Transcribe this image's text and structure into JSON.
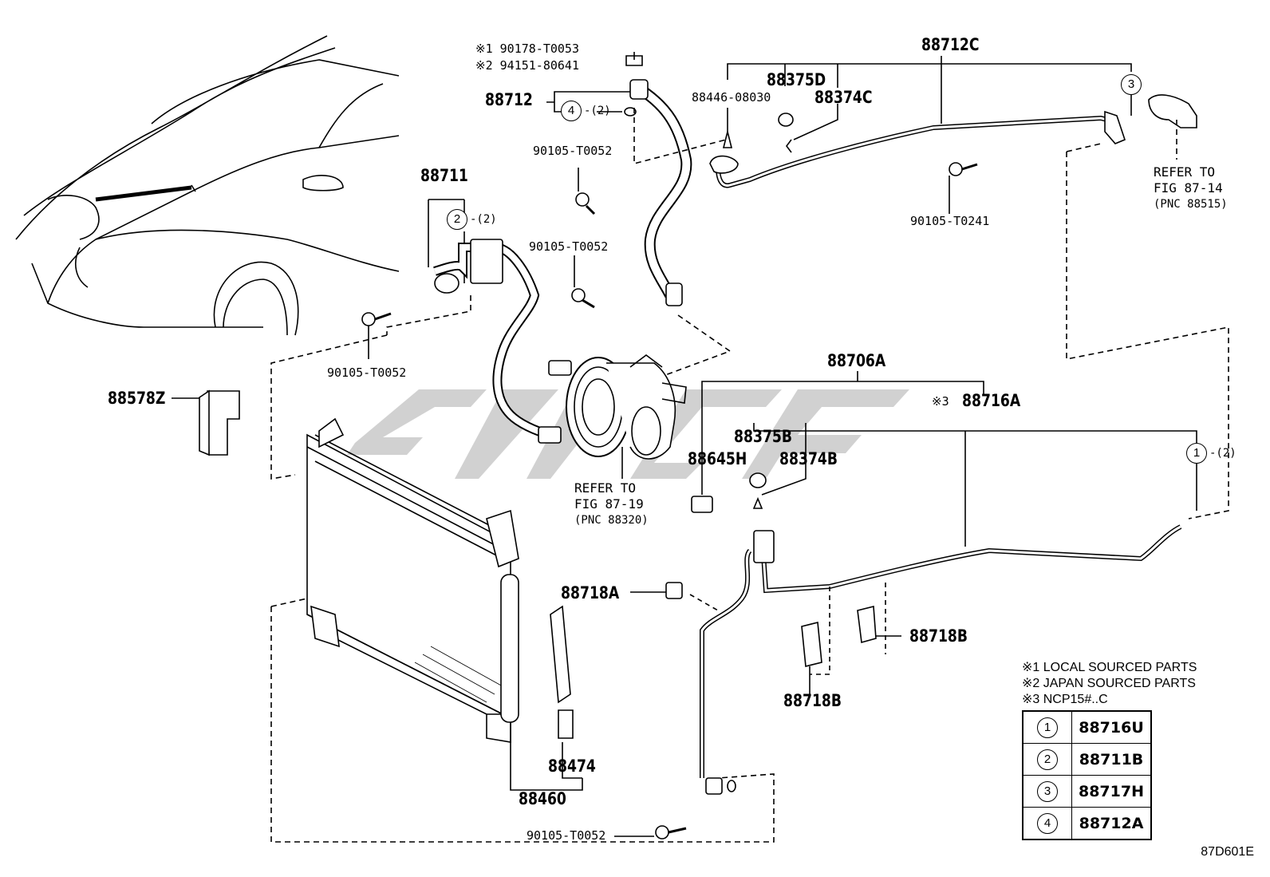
{
  "diagram_id": "87D601E",
  "part_numbers": {
    "p88712C": "88712C",
    "p88375D": "88375D",
    "p88374C": "88374C",
    "p88446": "88446-08030",
    "p88712": "88712",
    "p88711": "88711",
    "p88578Z": "88578Z",
    "p88706A": "88706A",
    "p88716A": "88716A",
    "p88375B": "88375B",
    "p88645H": "88645H",
    "p88374B": "88374B",
    "p88718A": "88718A",
    "p88718B_right": "88718B",
    "p88718B_bottom": "88718B",
    "p88474": "88474",
    "p88460": "88460"
  },
  "small_parts": {
    "nut1": "※1 90178-T0053",
    "nut2": "※2 94151-80641",
    "bolt_a": "90105-T0052",
    "bolt_b": "90105-T0052",
    "bolt_c": "90105-T0052",
    "bolt_d": "90105-T0052",
    "bolt_e": "90105-T0241"
  },
  "qty_marks": {
    "q4": "-(2)",
    "q2": "-(2)",
    "q1": "-(2)",
    "note3_prefix": "※3"
  },
  "circle_refs": {
    "c4": "4",
    "c2": "2",
    "c3": "3",
    "c1": "1"
  },
  "references": {
    "ref_top_right": [
      "REFER TO",
      "FIG 87-14",
      "(PNC 88515)"
    ],
    "ref_compressor": [
      "REFER TO",
      "FIG 87-19",
      "(PNC 88320)"
    ]
  },
  "notes": [
    "※1 LOCAL SOURCED PARTS",
    "※2 JAPAN SOURCED PARTS",
    "※3 NCP15#..C"
  ],
  "legend": [
    {
      "key": "1",
      "part": "88716U"
    },
    {
      "key": "2",
      "part": "88711B"
    },
    {
      "key": "3",
      "part": "88717H"
    },
    {
      "key": "4",
      "part": "88712A"
    }
  ],
  "colors": {
    "line": "#000000",
    "watermark": "#c8c8c8",
    "background": "#ffffff"
  }
}
